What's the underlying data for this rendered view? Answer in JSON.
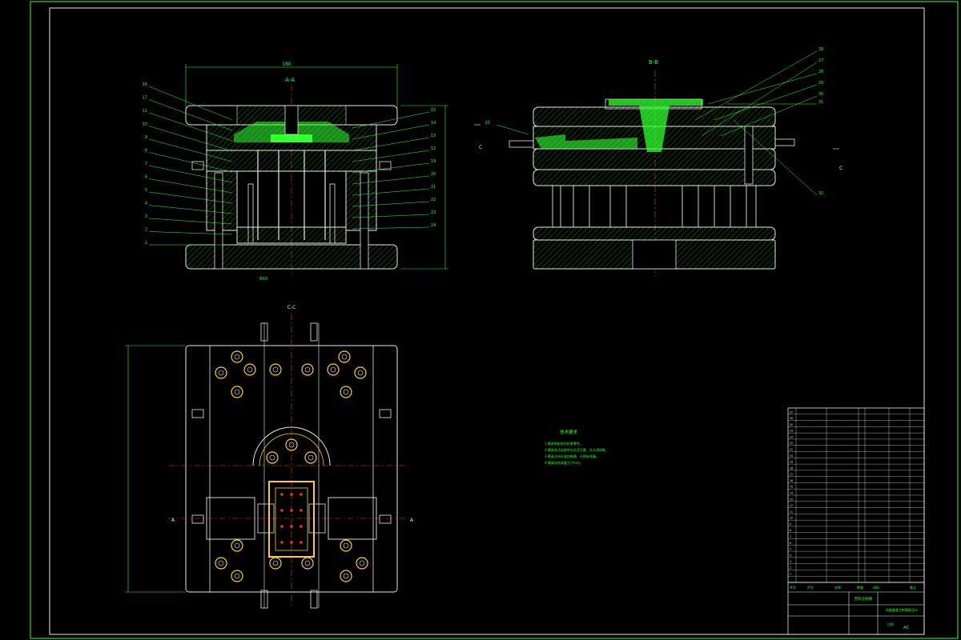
{
  "drawing": {
    "section_a": "A-A",
    "section_b": "B-B",
    "section_c": "C-C",
    "mark_c": "C",
    "mark_a": "A",
    "dim_top": "180",
    "dim_small": "Φ15"
  },
  "leaders_left_left": [
    "16",
    "17",
    "11",
    "10",
    "9",
    "8",
    "7",
    "6",
    "5",
    "4",
    "3",
    "2",
    "1"
  ],
  "leaders_left_right": [
    "15",
    "14",
    "13",
    "12",
    "19",
    "20",
    "21",
    "22",
    "23",
    "24"
  ],
  "leaders_right": [
    "25",
    "26",
    "27",
    "28",
    "29",
    "30",
    "31",
    "32"
  ],
  "tech_notes": {
    "title": "技术要求",
    "lines": [
      "1.模具装配前应检查零件。",
      "2.模具各活动部件应灵活可靠，无卡滞现象。",
      "3.模具冷却水道应畅通，不得有渗漏。",
      "4.模具闭合高度为??mm。"
    ]
  },
  "colors": {
    "background": "#000000",
    "line": "#33ff33",
    "outline": "#e8e8e8",
    "centerline": "#ff3030",
    "hatch": "#33ff33",
    "hole": "#ffcc33"
  },
  "title_block": {
    "headers": [
      "序号",
      "代号",
      "名称",
      "数量",
      "材料",
      "备注"
    ],
    "rows_count_note": "",
    "drawing_name": "塑料注射模",
    "subtitle": "电器盒盖注射模具设计",
    "scale_label": "比例",
    "sheet": "A0"
  }
}
